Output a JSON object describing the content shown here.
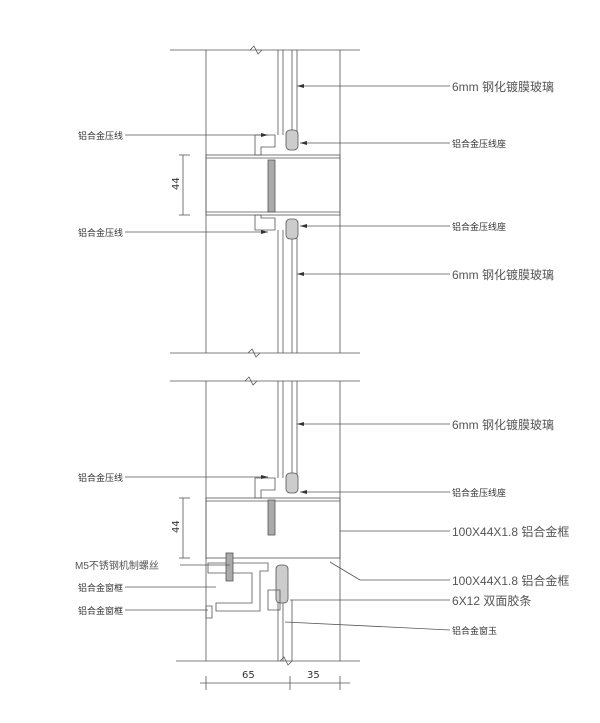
{
  "labels": {
    "glass_top_1": "6mm 钢化镀膜玻璃",
    "glass_top_2": "6mm 钢化镀膜玻璃",
    "glass_bottom": "6mm 钢化镀膜玻璃",
    "bead_left_1": "铝合金压线",
    "bead_left_2": "铝合金压线",
    "bead_left_3": "铝合金压线",
    "bead_seat_1": "铝合金压线座",
    "bead_seat_2": "铝合金压线座",
    "bead_seat_3": "铝合金压线座",
    "frame_1": "100X44X1.8 铝合金框",
    "frame_2": "100X44X1.8 铝合金框",
    "tape": "6X12 双面胶条",
    "screw": "M5不锈钢机制螺丝",
    "sash_frame_1": "铝合金窗框",
    "sash_frame_2": "铝合金窗框",
    "sash_jade": "铝合金窗玉"
  },
  "dimensions": {
    "dim_44_top": "44",
    "dim_44_bottom": "44",
    "dim_65": "65",
    "dim_35": "35"
  }
}
